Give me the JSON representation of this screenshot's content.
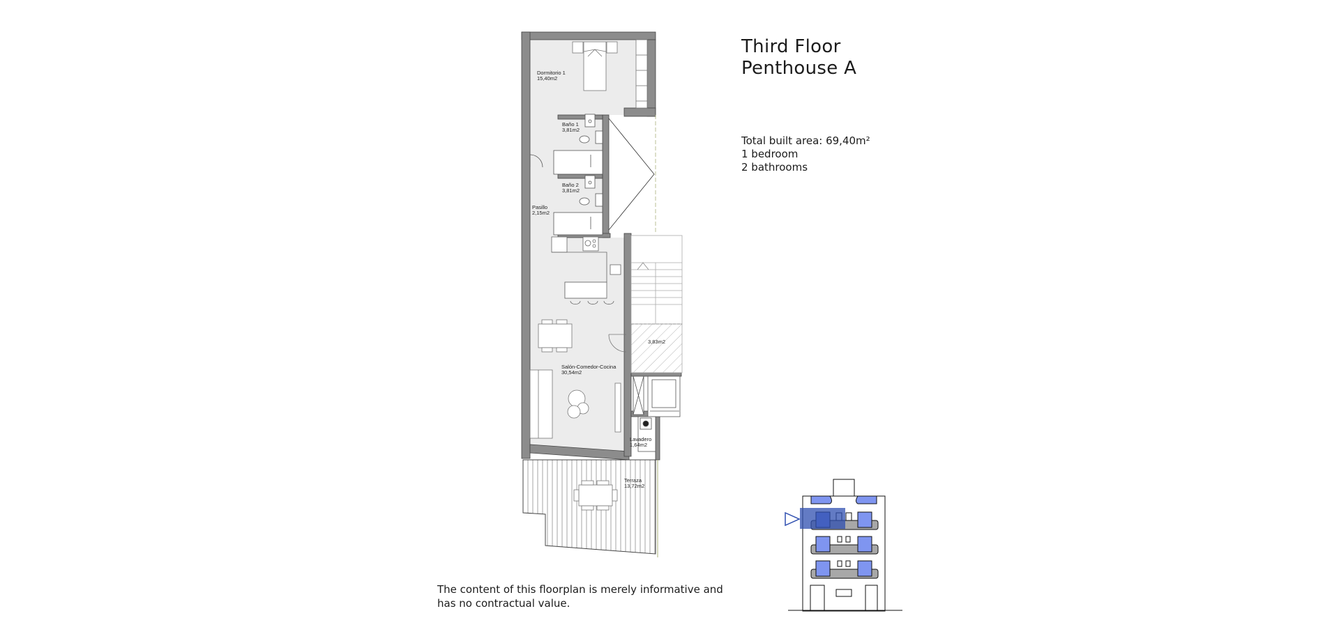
{
  "header": {
    "floor": "Third Floor",
    "unit": "Penthouse A"
  },
  "summary": {
    "total_area": "Total built area: 69,40m²",
    "bedrooms": "1 bedroom",
    "bathrooms": "2 bathrooms"
  },
  "rooms": {
    "bedroom": {
      "name": "Dormitorio 1",
      "area": "15,40m2"
    },
    "bath1": {
      "name": "Baño 1",
      "area": "3,81m2"
    },
    "bath2": {
      "name": "Baño 2",
      "area": "3,81m2"
    },
    "hall": {
      "name": "Pasillo",
      "area": "2,15m2"
    },
    "living": {
      "name": "Salón-Comedor-Cocina",
      "area": "30,54m2"
    },
    "landing": {
      "area": "3,83m2"
    },
    "laundry": {
      "name": "Lavadero",
      "area": "1,64m2"
    },
    "terrace": {
      "name": "Terraza",
      "area": "13,72m2"
    }
  },
  "disclaimer": {
    "line1": "The content of this floorplan is merely informative and",
    "line2": "has no contractual value."
  },
  "colors": {
    "wall": "#8c8c8c",
    "floor": "#ececec",
    "highlight": "#2f4fb0",
    "window_blue": "#7f95f0"
  }
}
